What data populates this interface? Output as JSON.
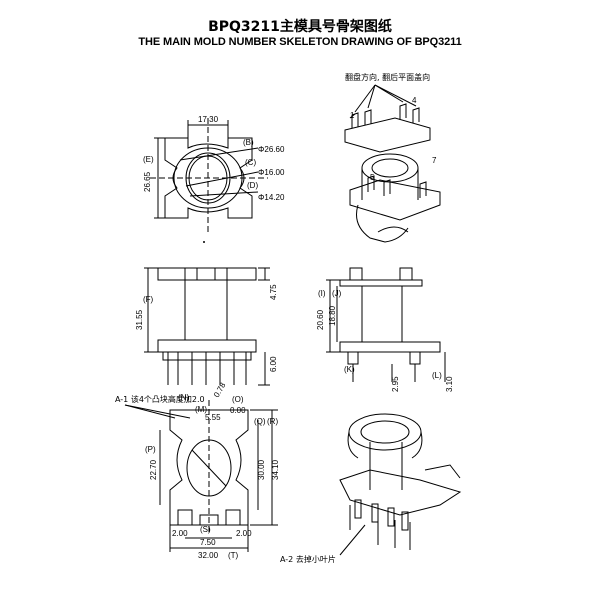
{
  "title_cn": "BPQ3211主模具号骨架图纸",
  "title_en": "THE MAIN MOLD NUMBER SKELETON DRAWING OF BPQ3211",
  "views": {
    "top": {
      "width": "17.30",
      "height": "26.65",
      "label_e": "(E)",
      "label_b": "(B)",
      "label_c": "(C)",
      "label_d": "(D)",
      "dia_b": "Φ26.60",
      "dia_c": "Φ16.00",
      "dia_d": "Φ14.20"
    },
    "iso_top": {
      "note": "翻盘方向, 翻后平面盖向",
      "pin1": "1",
      "pin4": "4",
      "pin5": "5",
      "pin7": "7"
    },
    "front": {
      "height": "31.55",
      "label_f": "(F)",
      "top_dim": "4.75",
      "bottom_dim": "6.00"
    },
    "side": {
      "h1": "20.60",
      "h2": "18.80",
      "label_i": "(I)",
      "label_j": "(J)",
      "label_k": "(K)",
      "label_l": "(L)",
      "pin_dim": "2.95",
      "pin_len": "3.10"
    },
    "bottom": {
      "note_a1": "A-1 该4个凸块高度加2.0",
      "label_n": "(N)",
      "label_o": "(O)",
      "label_m": "(M)",
      "label_p": "(P)",
      "label_q": "(Q)",
      "label_r": "(R)",
      "label_s": "(S)",
      "label_t": "(T)",
      "dim_o": "0.00",
      "dim_m": "5.55",
      "height_p": "22.70",
      "height_q": "30.00",
      "height_r": "34.10",
      "dim_s1": "2.00",
      "dim_s2": "7.50",
      "dim_s3": "2.00",
      "width_t": "32.00",
      "dim_078": "0.78"
    },
    "iso_bottom": {
      "note_a2": "A-2 去掉小叶片"
    }
  }
}
